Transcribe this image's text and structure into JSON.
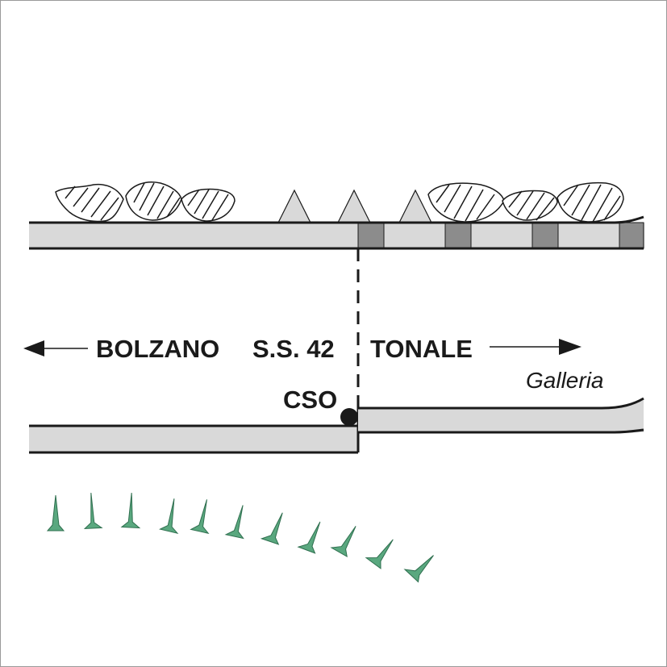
{
  "labels": {
    "left_direction": "BOLZANO",
    "road": "S.S. 42",
    "right_direction": "TONALE",
    "point": "CSO",
    "tunnel": "Galleria"
  },
  "colors": {
    "road_fill": "#d9d9d9",
    "block_fill": "#8c8c8c",
    "outline": "#1a1a1a",
    "triangle_fill": "#d9d9d9",
    "marker_fill": "#5aa87f"
  },
  "icons": {
    "arrow_left": "arrow-left-icon",
    "arrow_right": "arrow-right-icon",
    "blob": "hatched-blob-icon",
    "triangle": "triangle-icon",
    "marker": "spike-marker-icon",
    "point": "filled-dot-icon"
  }
}
